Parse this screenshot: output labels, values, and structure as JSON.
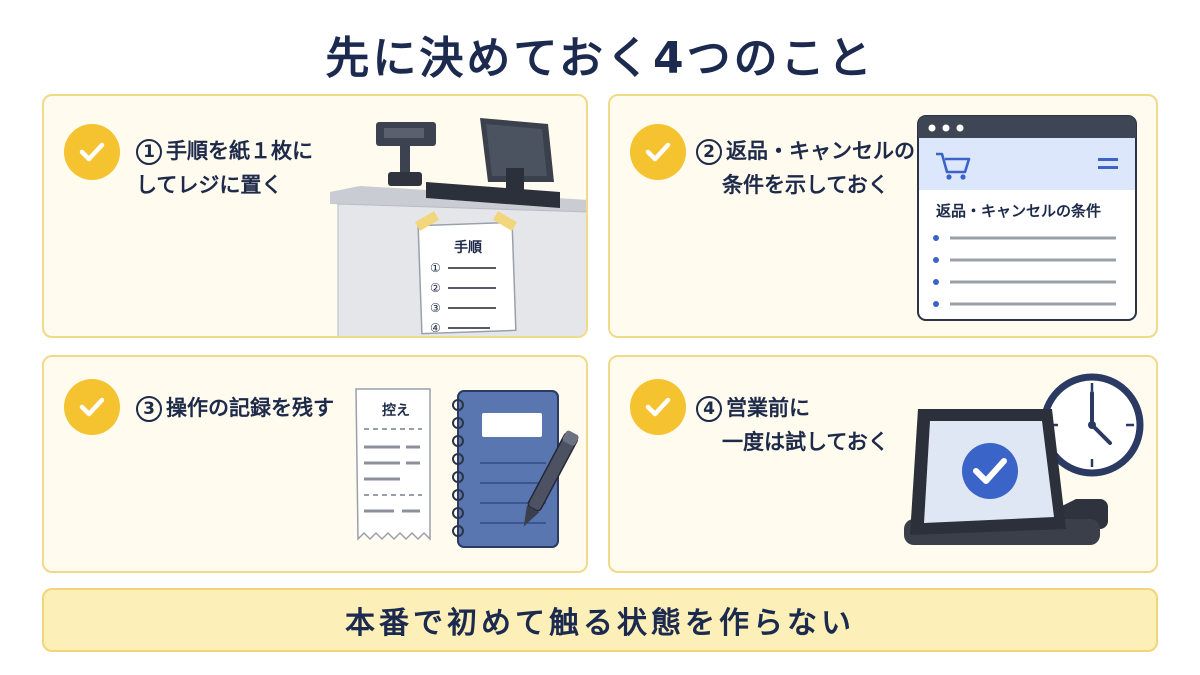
{
  "title": "先に決めておく4つのこと",
  "cards": [
    {
      "number": "1",
      "label_line1": "手順を紙１枚に",
      "label_line2": "してレジに置く",
      "illustration": {
        "sheet_title": "手順",
        "steps": [
          "①",
          "②",
          "③",
          "④"
        ]
      }
    },
    {
      "number": "2",
      "label_line1": "返品・キャンセルの",
      "label_line2": "条件を示しておく",
      "illustration": {
        "page_heading": "返品・キャンセルの条件",
        "icons": [
          "cart-icon",
          "menu-icon"
        ]
      }
    },
    {
      "number": "3",
      "label_line1": "操作の記録を残す",
      "illustration": {
        "receipt_title": "控え"
      }
    },
    {
      "number": "4",
      "label_line1": "営業前に",
      "label_line2": "一度は試しておく",
      "illustration": {
        "icons": [
          "clock-icon",
          "check-icon"
        ]
      }
    }
  ],
  "footer": "本番で初めて触る状態を作らない",
  "colors": {
    "card_bg": "#fffbee",
    "card_border": "#f2d98a",
    "check_yellow": "#f5c330",
    "navy": "#1e2a4a",
    "accent_blue": "#3b64c8",
    "footer_bg": "#fcefb8"
  }
}
